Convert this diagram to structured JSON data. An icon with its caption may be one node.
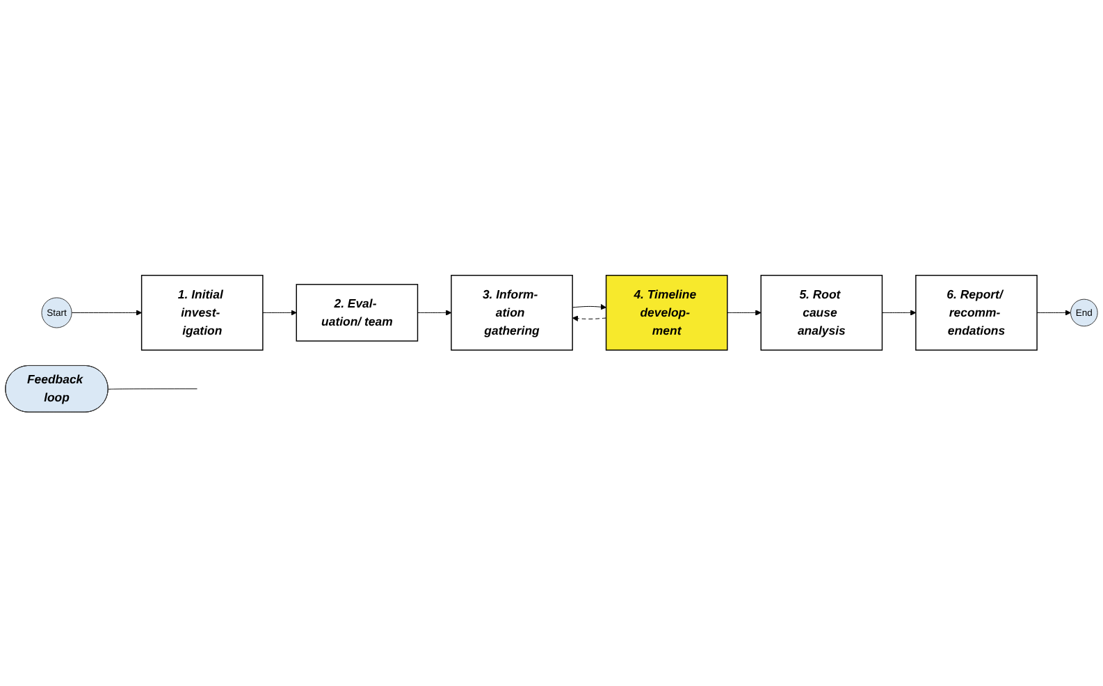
{
  "diagram": {
    "nodes": [
      {
        "text": [
          "Feedback loop"
        ]
      },
      {
        "text": [
          "Start"
        ]
      },
      {
        "text": [
          "1. Initial invest- igation"
        ]
      },
      {
        "text": [
          "2. Eval- uation/ team"
        ]
      },
      {
        "text": [
          "3. Inform- ation gathering"
        ]
      },
      {
        "text": [
          "4. Timeline develop- ment"
        ]
      },
      {
        "text": [
          "5. Root cause analysis"
        ]
      },
      {
        "text": [
          "6. Report/ recomm- endations"
        ]
      },
      {
        "text": [
          "End"
        ]
      }
    ],
    "edges": [
      {
        "from": 1,
        "to": 2,
        "arrow": "to"
      },
      {
        "from": 2,
        "to": 3,
        "arrow": "to"
      },
      {
        "from": 3,
        "to": 4,
        "arrow": "to"
      },
      {
        "from": 4,
        "to": 5,
        "arrow": "to"
      },
      {
        "from": 5,
        "to": 6,
        "arrow": "to"
      },
      {
        "from": 6,
        "to": 7,
        "arrow": "to"
      },
      {
        "from": 7,
        "to": 8,
        "arrow": "to"
      },
      {
        "from": 5,
        "to": 4,
        "arrow": "to",
        "style": "dashed"
      },
      {
        "from": 0,
        "to": null,
        "arrow": "none"
      }
    ]
  }
}
